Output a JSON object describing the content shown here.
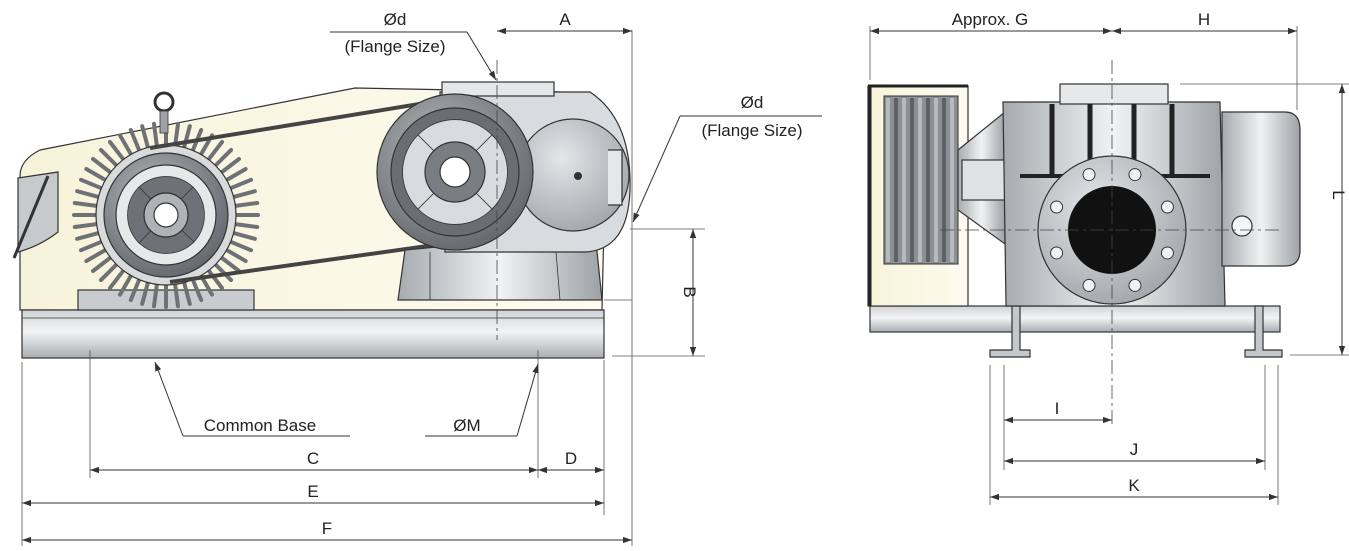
{
  "labels": {
    "flange_d_top": "Ød",
    "flange_size_top": "(Flange Size)",
    "flange_d_right": "Ød",
    "flange_size_right": "(Flange Size)",
    "A": "A",
    "B": "B",
    "C": "C",
    "D": "D",
    "E": "E",
    "F": "F",
    "common_base": "Common Base",
    "M": "ØM",
    "G": "Approx. G",
    "H": "H",
    "I": "I",
    "J": "J",
    "K": "K",
    "L": "L"
  },
  "colors": {
    "cream": "#f5f0d0",
    "metal_light": "#e2e4e6",
    "metal_mid": "#b9bcbf",
    "metal_dark": "#6f7377",
    "pulley": "#8a8d90",
    "line": "#333333"
  }
}
